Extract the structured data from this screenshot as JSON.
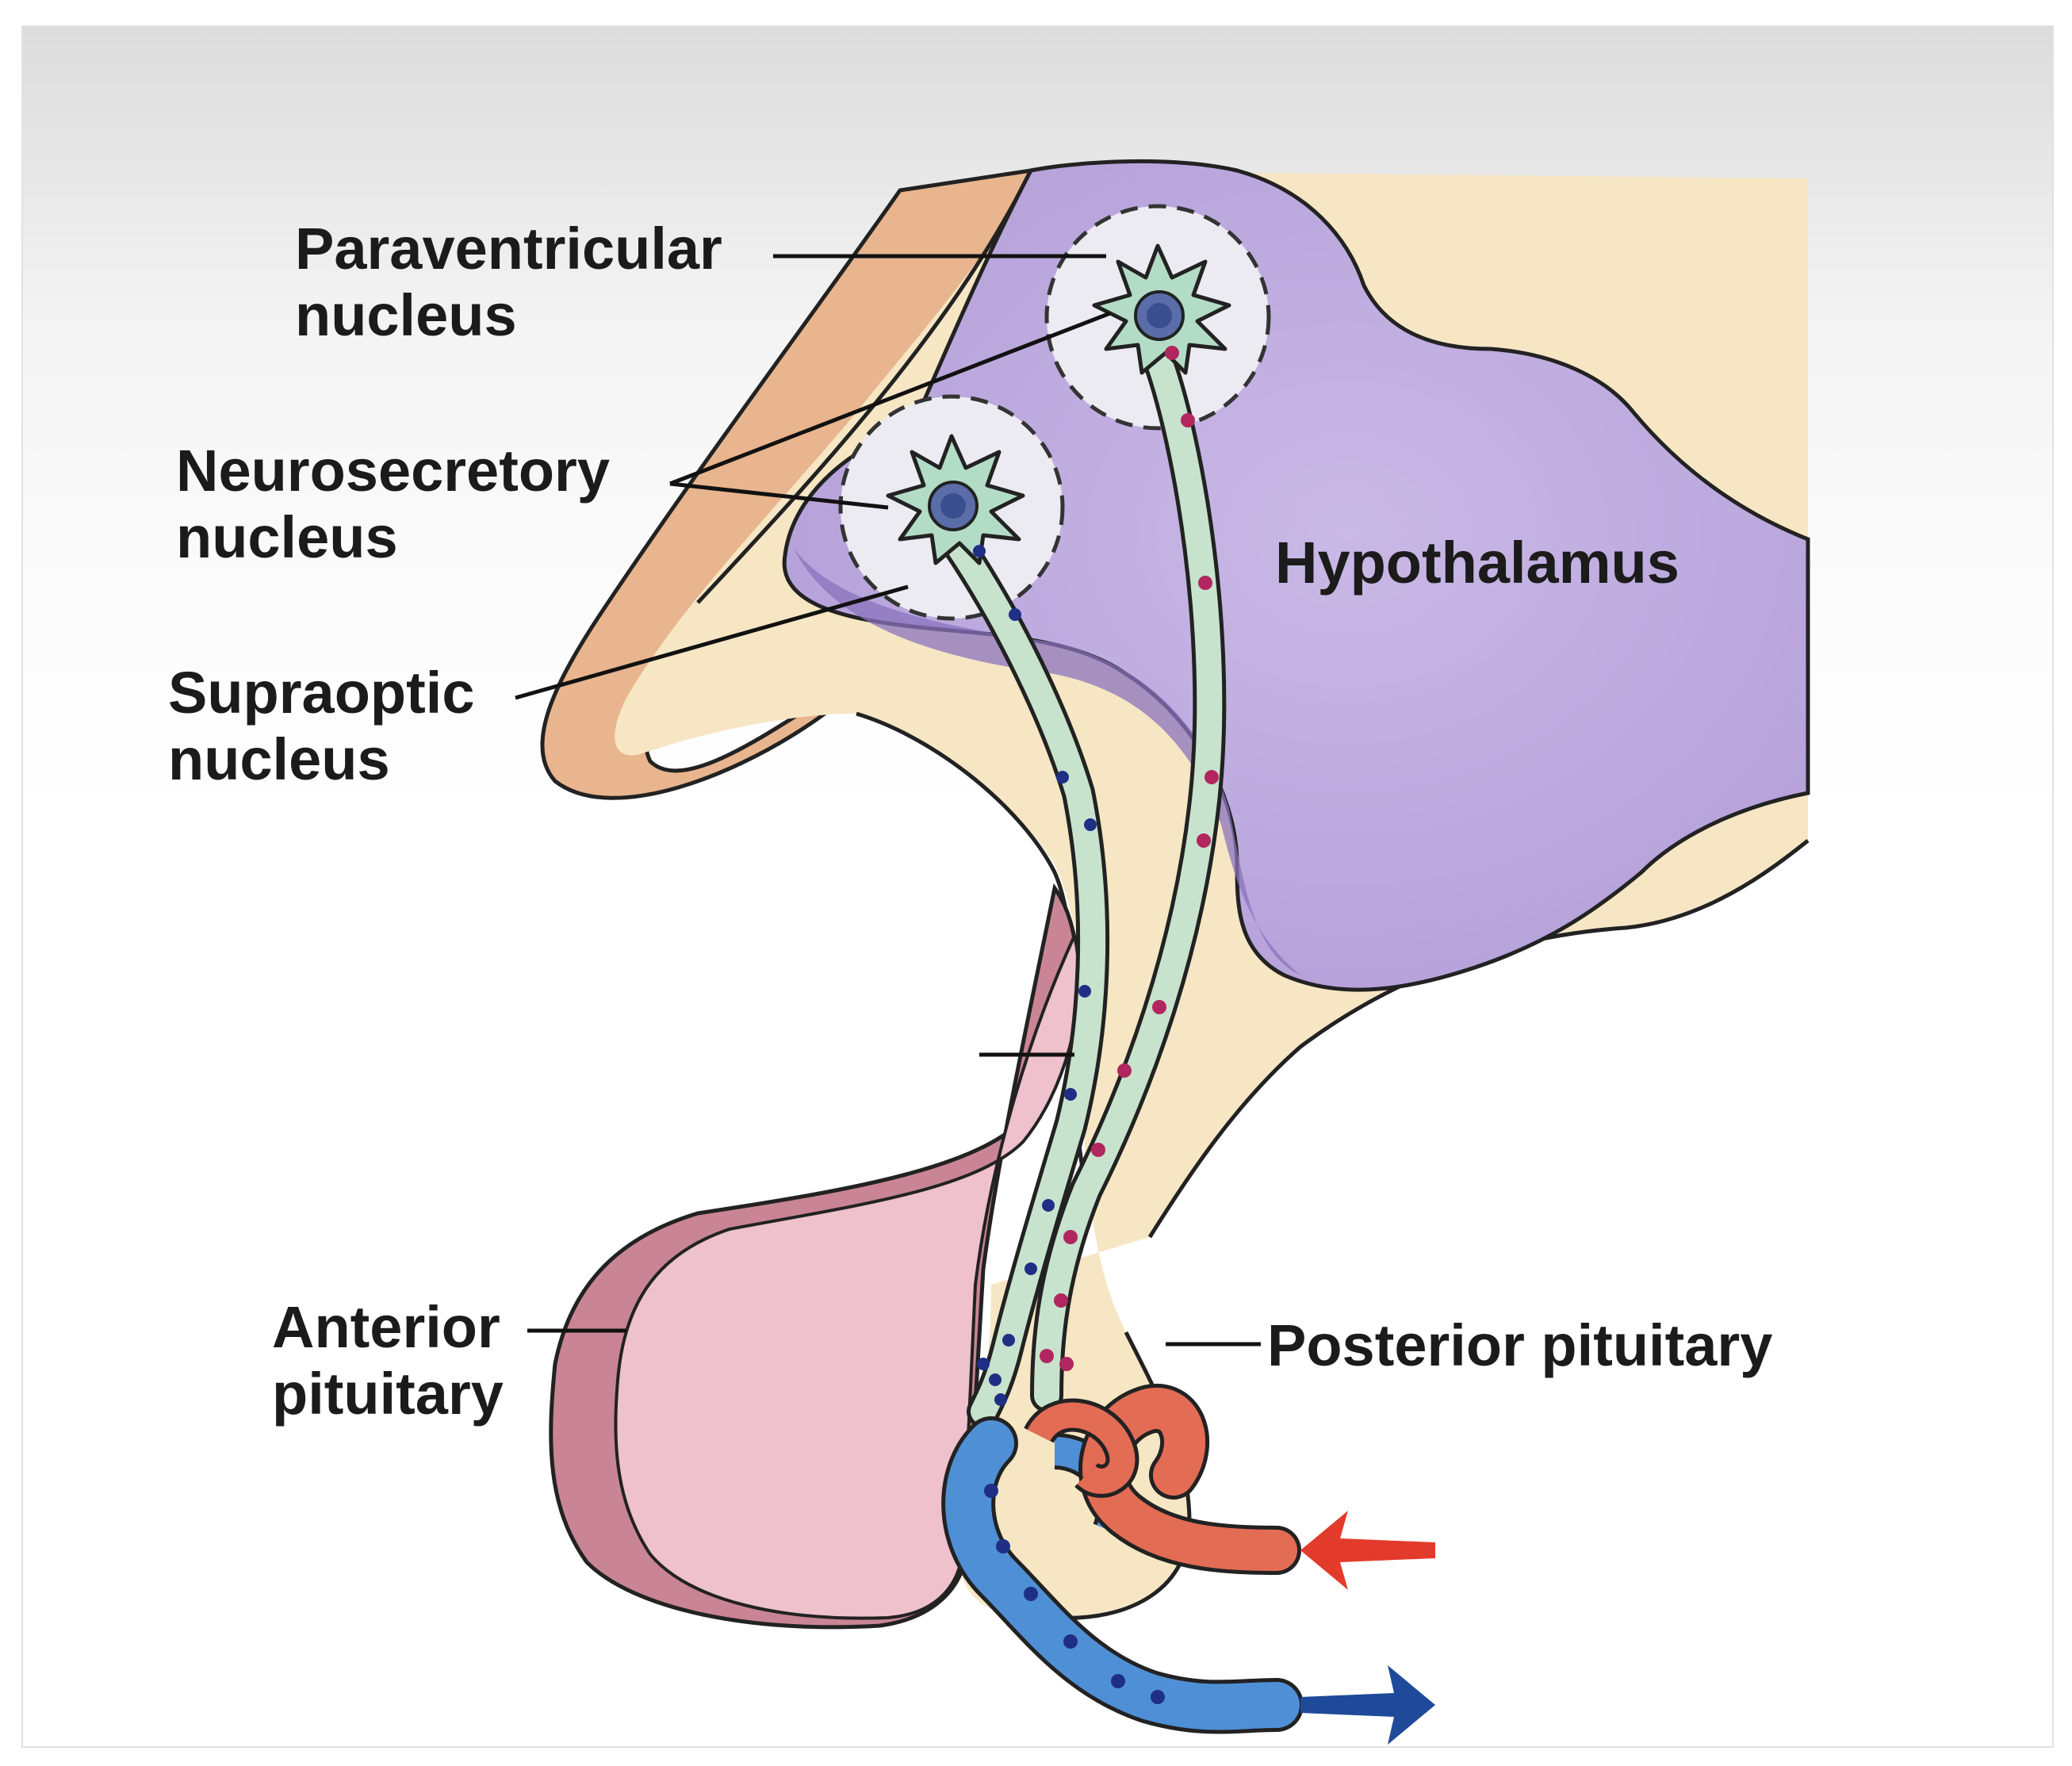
{
  "labels": {
    "paraventricular": [
      "Paraventricular",
      "nucleus"
    ],
    "neurosecretory": [
      "Neurosecretory",
      "nucleus"
    ],
    "supraoptic": [
      "Supraoptic",
      "nucleus"
    ],
    "hypothalamus": "Hypothalamus",
    "anterior_pituitary": [
      "Anterior",
      "pituitary"
    ],
    "posterior_pituitary": "Posterior pituitary"
  },
  "colors": {
    "hypothalamus": "#b9a6dc",
    "hypothalamus_shadow": "#8a73bd",
    "tissue": "#f6e6c4",
    "optic_band": "#e8b58e",
    "anterior_pituitary": "#eec1cc",
    "anterior_rim": "#c98595",
    "axon": "#c7e3cd",
    "neuron": "#b3dcc7",
    "paraventricular_granules": "#b2265f",
    "supraoptic_granules": "#1f2f86",
    "artery": "#e36c55",
    "vein": "#4f8fd6",
    "artery_arrow": "#e33b2b",
    "vein_arrow": "#1f4a9a",
    "outline": "#222222"
  },
  "icons": [
    "artery-inflow-arrow-icon",
    "vein-outflow-arrow-icon"
  ]
}
